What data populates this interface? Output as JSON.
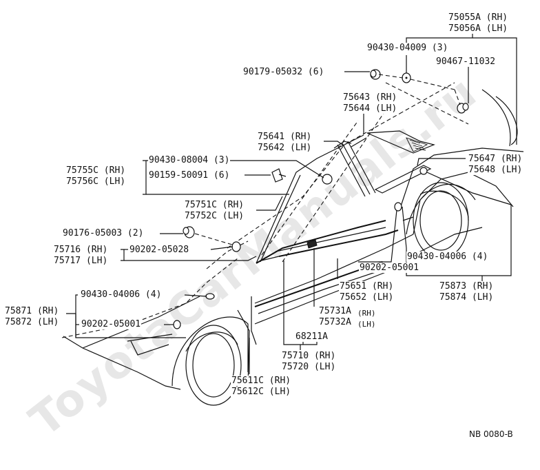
{
  "diagram_code": "NB 0080-B",
  "watermark": "ToyotaCarManuals.ru",
  "labels": {
    "p75055A": "75055A (RH)",
    "p75056A": "75056A (LH)",
    "p90430_04009": "90430-04009 (3)",
    "p90467": "90467-11032",
    "p90179": "90179-05032 (6)",
    "p75643": "75643 (RH)",
    "p75644": "75644 (LH)",
    "p75641": "75641 (RH)",
    "p75642": "75642 (LH)",
    "p75647": "75647 (RH)",
    "p75648": "75648 (LH)",
    "p90430_08004": "90430-08004 (3)",
    "p75755C": "75755C (RH)",
    "p75756C": "75756C (LH)",
    "p90159": "90159-50091 (6)",
    "p75751C": "75751C (RH)",
    "p75752C": "75752C (LH)",
    "p90176": "90176-05003 (2)",
    "p75716": "75716 (RH)",
    "p75717": "75717 (LH)",
    "p90202_05028": "90202-05028",
    "p90430_04006_r": "90430-04006 (4)",
    "p90202_05001_r": "90202-05001",
    "p75651": "75651 (RH)",
    "p75652": "75652 (LH)",
    "p75873": "75873 (RH)",
    "p75874": "75874 (LH)",
    "p75731A": "75731A",
    "p75731A_side": "(RH)",
    "p75732A": "75732A",
    "p75732A_side": "(LH)",
    "p68211A": "68211A",
    "p75710": "75710 (RH)",
    "p75720": "75720 (LH)",
    "p75611C": "75611C (RH)",
    "p75612C": "75612C (LH)",
    "p90430_04006_l": "90430-04006 (4)",
    "p75871": "75871 (RH)",
    "p75872": "75872 (LH)",
    "p90202_05001_l": "90202-05001"
  }
}
